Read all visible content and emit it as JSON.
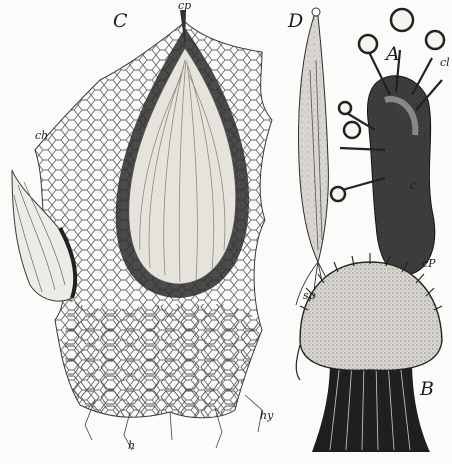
{
  "labels": {
    "panel_a": "A",
    "panel_b": "B",
    "panel_c": "C",
    "panel_d": "D",
    "cp_c": "cp",
    "cp_b": "cP",
    "ch": "ch",
    "cl": "cl",
    "c": "c",
    "sp": "sp",
    "hy": "hy",
    "h": "h"
  }
}
